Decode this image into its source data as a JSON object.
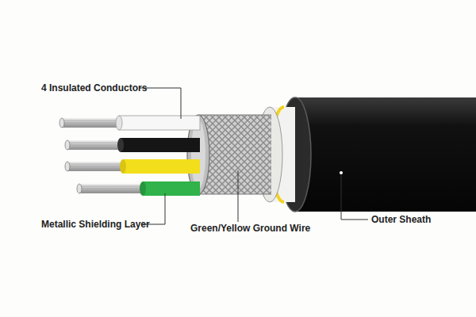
{
  "diagram": {
    "labels": [
      "4 Insulated Conductors",
      "Metallic Shielding Layer",
      "Green/Yellow Ground Wire",
      "Outer Sheath"
    ]
  }
}
